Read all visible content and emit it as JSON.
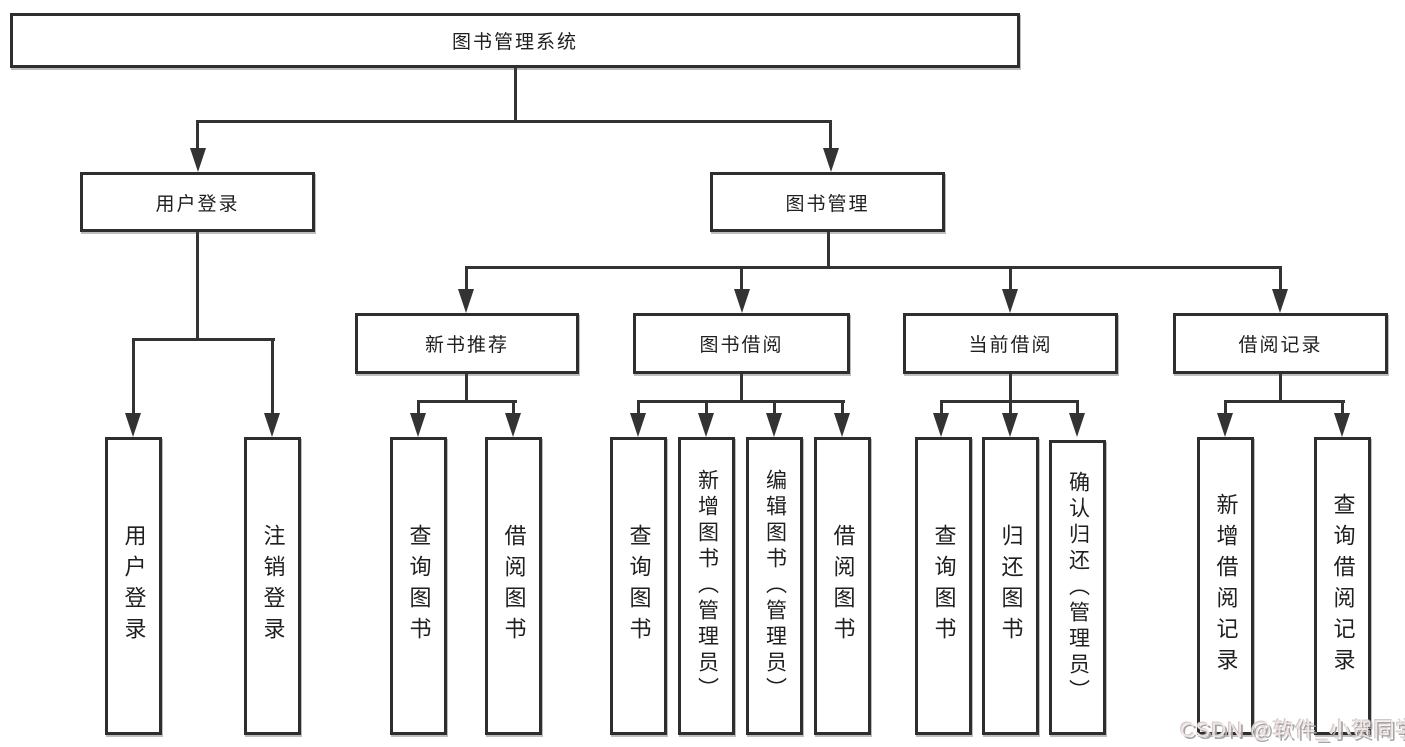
{
  "title": "图书管理系统",
  "tree": {
    "root": {
      "label": "图书管理系统"
    },
    "branches": [
      {
        "label": "用户登录",
        "children": [
          "用户登录",
          "注销登录"
        ]
      },
      {
        "label": "图书管理",
        "sections": [
          {
            "label": "新书推荐",
            "children": [
              "查询图书",
              "借阅图书"
            ]
          },
          {
            "label": "图书借阅",
            "children": [
              "查询图书",
              "新增图书（管理员）",
              "编辑图书（管理员）",
              "借阅图书"
            ]
          },
          {
            "label": "当前借阅",
            "children": [
              "查询图书",
              "归还图书",
              "确认归还（管理员）"
            ]
          },
          {
            "label": "借阅记录",
            "children": [
              "新增借阅记录",
              "查询借阅记录"
            ]
          }
        ]
      }
    ]
  },
  "colors": {
    "line": "#333333",
    "box_border": "#2e2e2e",
    "text": "#1f1f1f",
    "background": "#ffffff",
    "watermark_fill": "#f3e2e2"
  },
  "watermark": {
    "text": "CSDN @软件_小贺同学"
  }
}
